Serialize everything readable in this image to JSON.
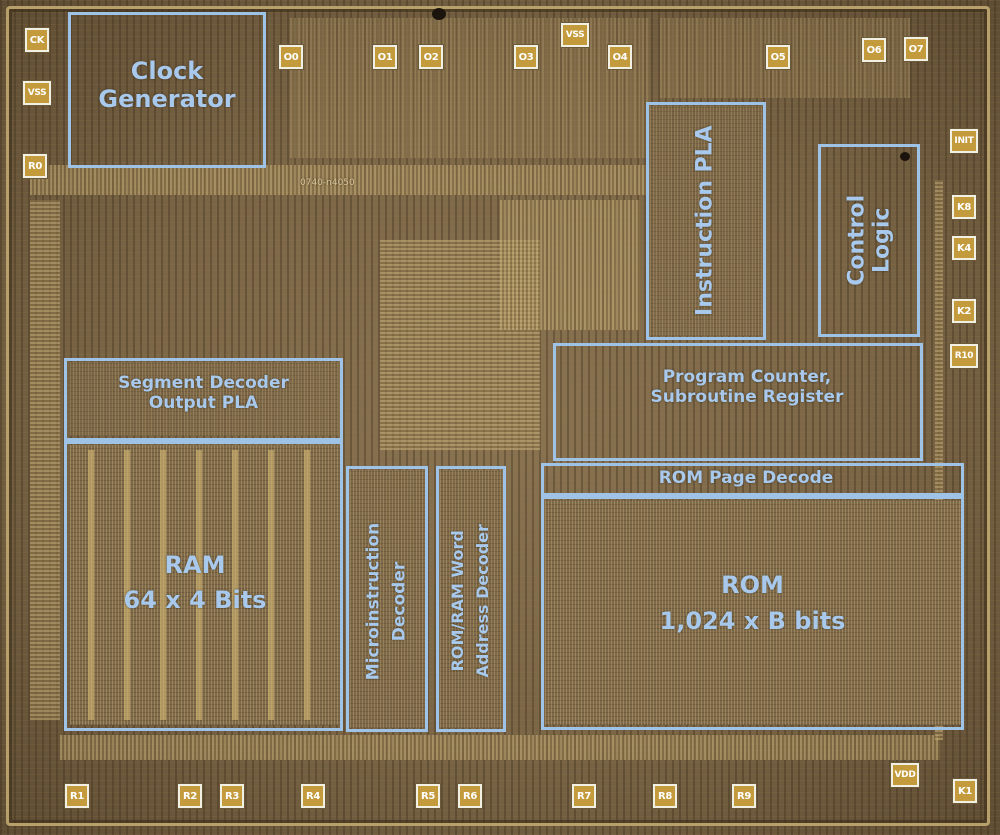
{
  "blocks": {
    "clock_generator": "Clock\nGenerator",
    "instruction_pla": "Instruction PLA",
    "control_logic": "Control\nLogic",
    "segment_decoder": "Segment Decoder\nOutput PLA",
    "program_counter": "Program Counter,\nSubroutine Register",
    "rom_page_decode": "ROM Page Decode",
    "ram": "RAM\n64 x 4 Bits",
    "microinstruction_decoder": "Microinstruction\nDecoder",
    "rom_ram_word_decoder": "ROM/RAM Word\nAddress Decoder",
    "rom": "ROM\n1,024 x B bits"
  },
  "pads": {
    "ck": "CK",
    "vss_left": "VSS",
    "r0": "R0",
    "o0": "O0",
    "o1": "O1",
    "o2": "O2",
    "o3": "O3",
    "vss_top": "VSS",
    "o4": "O4",
    "o5": "O5",
    "o6": "O6",
    "o7": "O7",
    "init": "INIT",
    "k8": "K8",
    "k4": "K4",
    "k2": "K2",
    "r10": "R10",
    "r1": "R1",
    "r2": "R2",
    "r3": "R3",
    "r4": "R4",
    "r5": "R5",
    "r6": "R6",
    "r7": "R7",
    "r8": "R8",
    "r9": "R9",
    "vdd": "VDD",
    "k1": "K1"
  },
  "die_marking": "0740-n4050",
  "colors": {
    "annotation": "#9ec3e6",
    "pad_gold": "#c49b3c",
    "die_base": "#7a6546"
  }
}
